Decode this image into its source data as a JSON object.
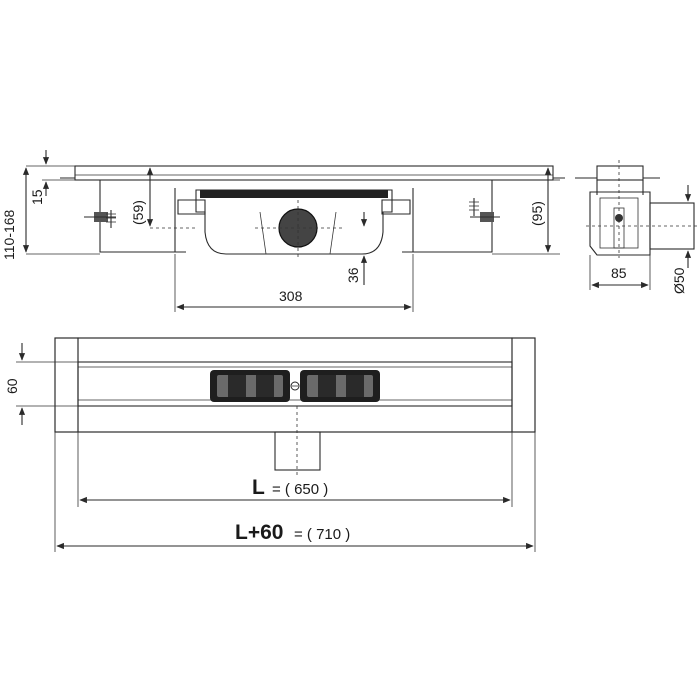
{
  "dimensions": {
    "height_range": "110-168",
    "grate_thickness": "15",
    "depth_59": "(59)",
    "outlet_height": "36",
    "depth_95": "(95)",
    "body_length": "308",
    "side_width": "85",
    "outlet_diameter": "Ø50",
    "channel_width": "60",
    "length_label": "L",
    "length_value": "= ( 650 )",
    "total_label": "L+60",
    "total_value": "= ( 710 )"
  },
  "colors": {
    "line": "#2a2a2a",
    "steel_light": "#d9d9d9",
    "steel_mid": "#bdbdbd",
    "body_dark": "#3a3a3a",
    "background": "#ffffff"
  }
}
